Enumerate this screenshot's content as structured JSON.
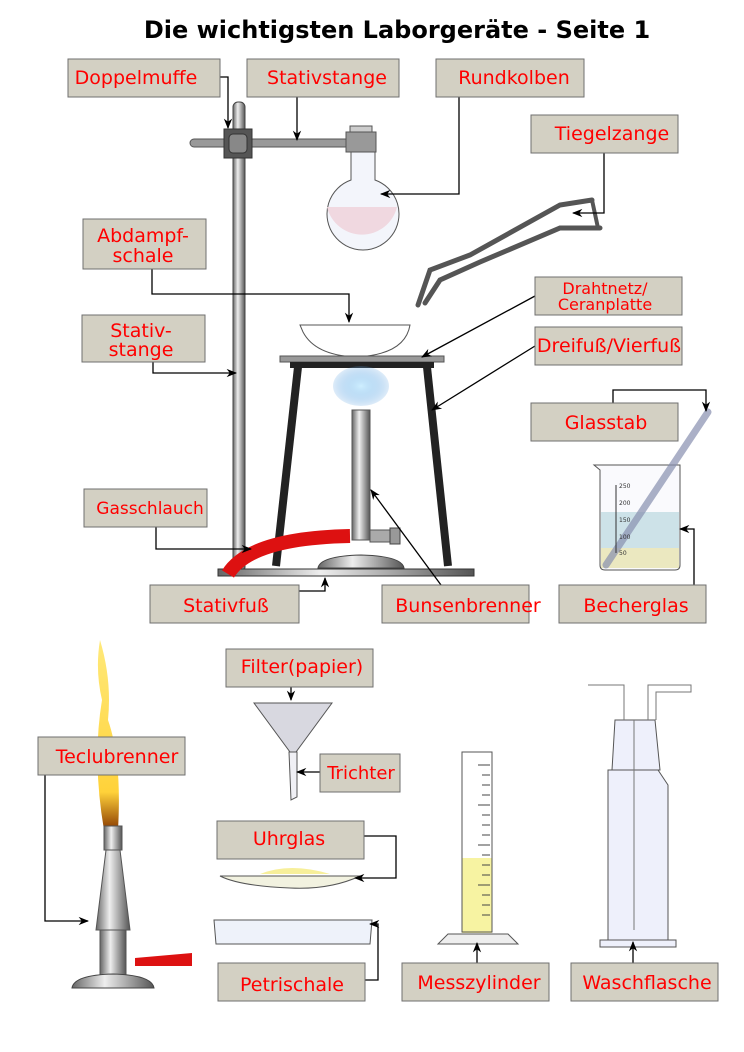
{
  "title": "Die wichtigsten Laborgeräte - Seite 1",
  "labels": {
    "doppelmuffe": "Doppelmuffe",
    "stativstange_top": "Stativstange",
    "rundkolben": "Rundkolben",
    "tiegelzange": "Tiegelzange",
    "abdampfschale_1": "Abdampf-",
    "abdampfschale_2": "schale",
    "drahtnetz_1": "Drahtnetz/",
    "drahtnetz_2": "Ceranplatte",
    "dreifuss": "Dreifuß/Vierfuß",
    "stativstange_1": "Stativ-",
    "stativstange_2": "stange",
    "glasstab": "Glasstab",
    "gasschlauch": "Gasschlauch",
    "stativfuss": "Stativfuß",
    "bunsenbrenner": "Bunsenbrenner",
    "becherglas": "Becherglas",
    "filter": "Filter(papier)",
    "teclubrenner": "Teclubrenner",
    "trichter": "Trichter",
    "uhrglas": "Uhrglas",
    "petrischale": "Petrischale",
    "messzylinder": "Messzylinder",
    "waschflasche": "Waschflasche"
  },
  "beaker_scale": [
    "250",
    "200",
    "150",
    "100",
    "50"
  ],
  "colors": {
    "label_text": "#ff0000",
    "label_box": "#d3d0c3",
    "flame": "#ffe066",
    "hose": "#dd1111",
    "liquid": "#b5d8dc"
  }
}
